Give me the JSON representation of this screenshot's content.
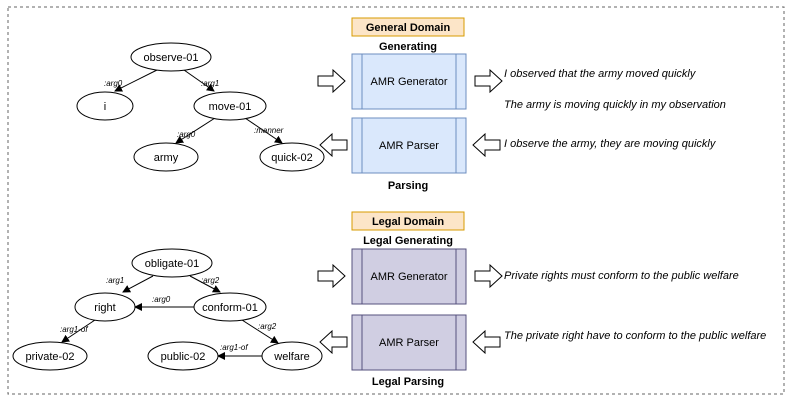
{
  "general": {
    "domain_label": "General Domain",
    "generating_label": "Generating",
    "parsing_label": "Parsing",
    "generator_label": "AMR Generator",
    "parser_label": "AMR Parser",
    "sentences": [
      "I observed that the army moved quickly",
      "The army is moving quickly in my observation",
      "I observe the army, they are moving quickly"
    ],
    "nodes": {
      "observe": "observe-01",
      "i": "i",
      "move": "move-01",
      "army": "army",
      "quick": "quick-02"
    },
    "edges": {
      "arg0": ":arg0",
      "arg1": ":arg1",
      "arg0_move": ":arg0",
      "manner": ":manner"
    },
    "colors": {
      "domain_fill": "#fce5c8",
      "domain_stroke": "#d79b00",
      "box_fill": "#dae8fc",
      "box_stroke": "#6c8ebf"
    }
  },
  "legal": {
    "domain_label": "Legal Domain",
    "generating_label": "Legal Generating",
    "parsing_label": "Legal Parsing",
    "generator_label": "AMR Generator",
    "parser_label": "AMR Parser",
    "sentences": [
      "Private rights must conform to the public welfare",
      "The private right have to conform to the public welfare"
    ],
    "nodes": {
      "obligate": "obligate-01",
      "right": "right",
      "conform": "conform-01",
      "private": "private-02",
      "public": "public-02",
      "welfare": "welfare"
    },
    "edges": {
      "arg1": ":arg1",
      "arg2": ":arg2",
      "arg0": ":arg0",
      "arg1_of_private": ":arg1-of",
      "arg2_welfare": ":arg2",
      "arg1_of_public": ":arg1-of"
    },
    "colors": {
      "domain_fill": "#fce5c8",
      "domain_stroke": "#d79b00",
      "box_fill": "#d0cee2",
      "box_stroke": "#56517e"
    }
  }
}
